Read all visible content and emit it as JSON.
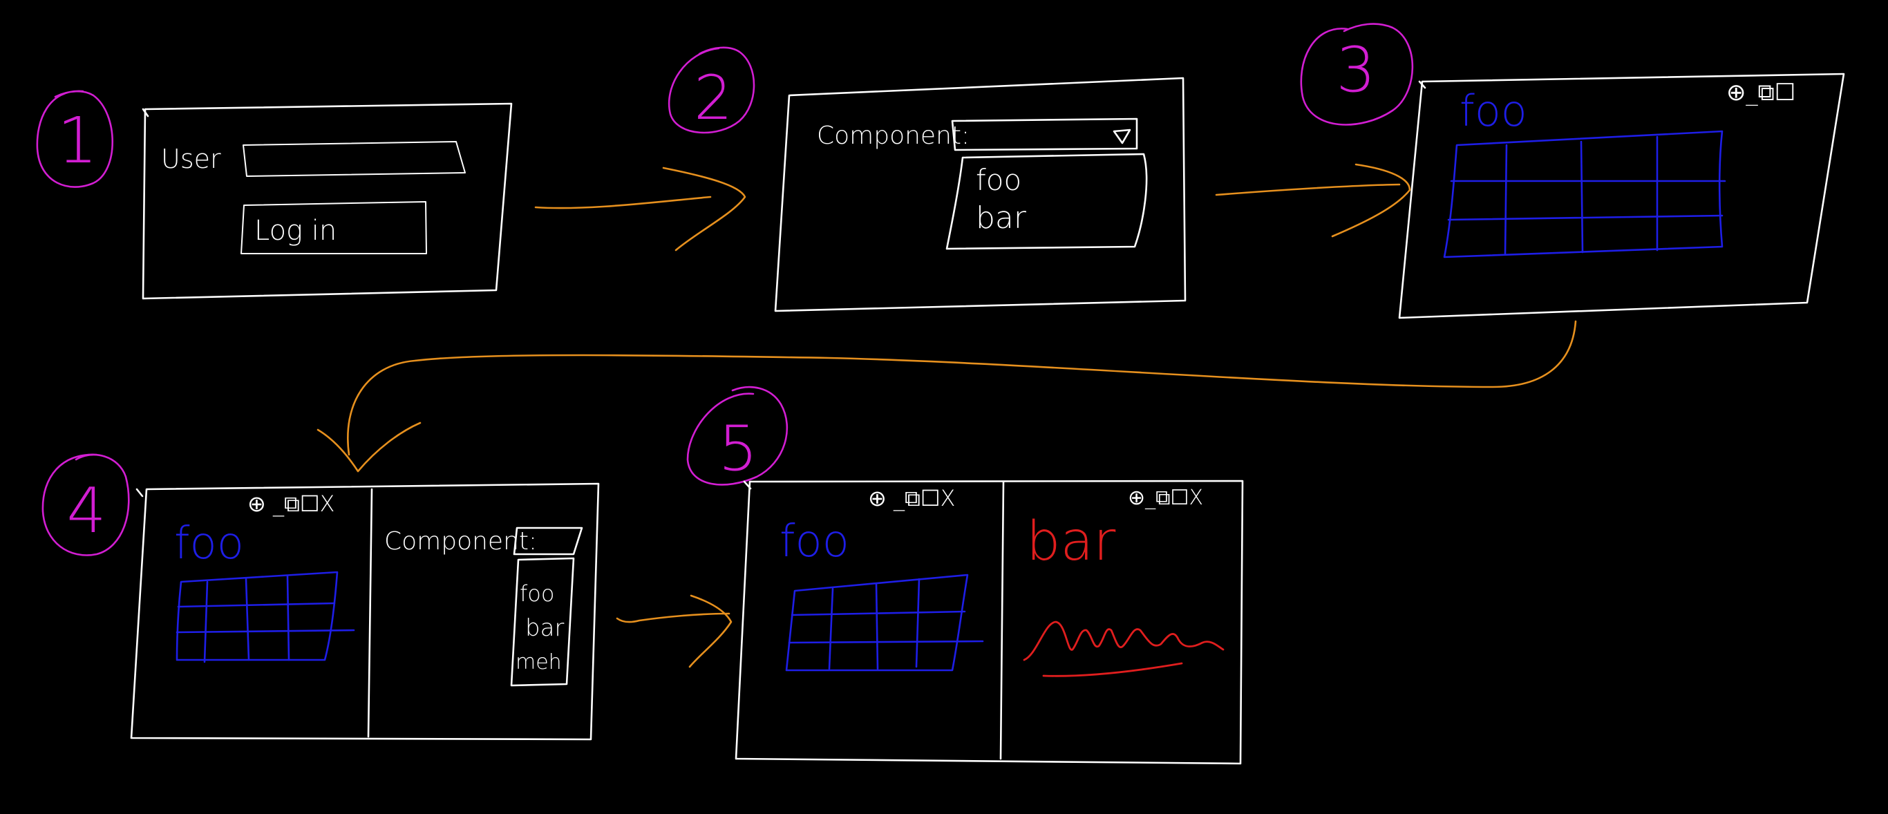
{
  "colors": {
    "background": "#000000",
    "frame": "#ffffff",
    "step_number": "#d21ed2",
    "arrow": "#e6901e",
    "grid": "#1e1ee6",
    "chart": "#e01e1e"
  },
  "steps": [
    {
      "number": "1",
      "user_label": "User",
      "login_button": "Log in"
    },
    {
      "number": "2",
      "component_label": "Component:",
      "options": [
        "foo",
        "bar"
      ]
    },
    {
      "number": "3",
      "panel_title": "foo",
      "window_controls": "⊕_⧉☐"
    },
    {
      "number": "4",
      "panel_title": "foo",
      "window_controls": "⊕ _⧉☐X",
      "component_label": "Component:",
      "options": [
        "foo",
        "bar",
        "meh"
      ]
    },
    {
      "number": "5",
      "left_title": "foo",
      "right_title": "bar",
      "left_controls": "⊕ _⧉☐X",
      "right_controls": "⊕_⧉☐X"
    }
  ]
}
